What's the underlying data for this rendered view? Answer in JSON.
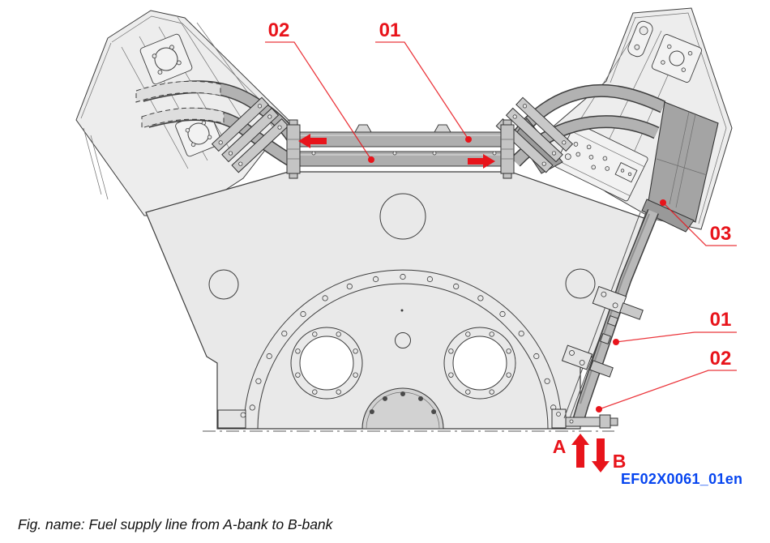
{
  "figure": {
    "caption": "Fig. name: Fuel supply line from A-bank to B-bank",
    "drawing_number": "EF02X0061_01en",
    "subject": "V-engine front view with fuel supply piping"
  },
  "callouts": {
    "top_left": "02",
    "top_right": "01",
    "side_top": "03",
    "side_mid": "01",
    "side_bottom": "02"
  },
  "flow_markers": {
    "inlet": "A",
    "outlet": "B"
  },
  "icons": {
    "flow_left_arrow": "left-arrow",
    "flow_right_arrow": "right-arrow",
    "flow_up_arrow": "up-arrow",
    "flow_down_arrow": "down-arrow"
  },
  "colors": {
    "annotation_red": "#e8141b",
    "reference_blue": "#0645f0",
    "line_dark": "#3c3c3c",
    "body_gray": "#e9e9e9",
    "pipe_gray": "#aeaeae",
    "component_gray": "#a4a4a4"
  }
}
